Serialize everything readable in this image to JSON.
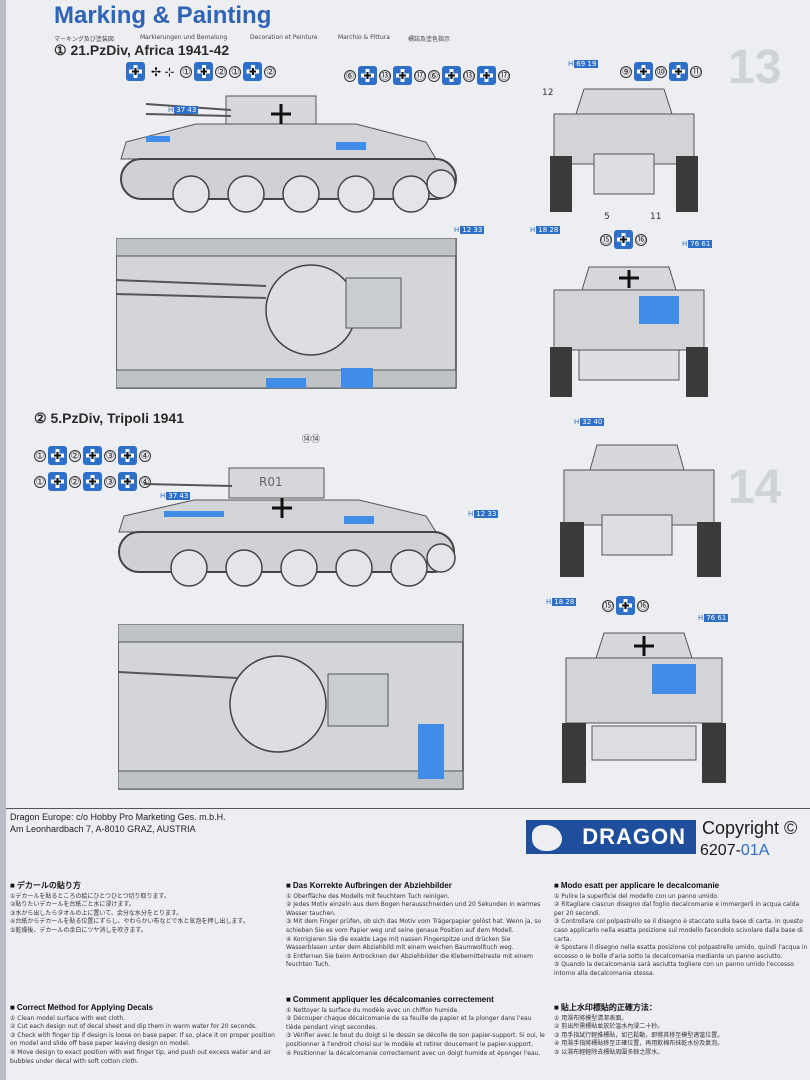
{
  "page": {
    "title": "Marking & Painting",
    "subtitles": [
      "マーキング及び塗装図",
      "Markierungen und Bemalung",
      "Decoration et Peinture",
      "Marchio & Pittura",
      "標誌及塗色指示"
    ]
  },
  "scheme1": {
    "heading": "① 21.PzDiv, Africa 1941-42",
    "decal_row": [
      "①",
      "②",
      "①",
      "②",
      "⑥",
      "⑬",
      "⑰",
      "⑥",
      "⑬",
      "⑰"
    ],
    "front_decals": [
      "⑨",
      "⑩",
      "⑪"
    ],
    "rear_decals": [
      "⑮",
      "⑯"
    ],
    "callouts": {
      "side_h": "H",
      "side_color": "37 43",
      "wheel_h": "H",
      "wheel_color": "12 33",
      "front_h": "H",
      "front_color": "69 19",
      "front_track_h": "H",
      "front_track_color": "18 28",
      "rear_h": "H",
      "rear_color": "76 61",
      "label_12": "12",
      "label_5": "5",
      "label_11": "11"
    }
  },
  "scheme2": {
    "heading": "② 5.PzDiv, Tripoli 1941",
    "decal_row1": [
      "①",
      "②",
      "③",
      "④"
    ],
    "decal_row2": [
      "①",
      "②",
      "③",
      "④"
    ],
    "turret_number": "R01",
    "turret_decals": "⑭⑭",
    "rear_decals": [
      "⑮",
      "⑯"
    ],
    "callouts": {
      "side_h": "H",
      "side_color": "37 43",
      "wheel_h": "H",
      "wheel_color": "12 33",
      "front_h": "H",
      "front_color": "32 40",
      "front_track_h": "H",
      "front_track_color": "18 28",
      "rear_h": "H",
      "rear_color": "76 61"
    }
  },
  "footer": {
    "company": "Dragon Europe: c/o Hobby Pro Marketing Ges. m.b.H.",
    "address": "Am Leonhardbach 7, A-8010 GRAZ, AUSTRIA",
    "brand": "DRAGON",
    "copyright": "Copyright ©",
    "code_prefix": "6207-",
    "code_suffix": "01A"
  },
  "instructions": {
    "jp_head": "デカールの貼り方",
    "jp_lines": [
      "①デカールを貼るところの絵にひとつひとつ切り取ります。",
      "②貼りたいデカールを台紙ごと水に浸けます。",
      "③水から出したらタオルの上に置いて、余分な水分をとります。",
      "④台紙からデカールを貼る位置にずらし、やわらかい布などで水と気泡を押し出します。",
      "⑤乾燥後、デカールの余白にツヤ消しを吹きます。"
    ],
    "en_head": "Correct Method for Applying Decals",
    "en_lines": [
      "① Clean model surface with wet cloth.",
      "② Cut each design out of decal sheet and dip them in warm water for 20 seconds.",
      "③ Check with finger tip if design is loose on base paper. If so, place it on proper position on model and slide off base paper leaving design on model.",
      "④ Move design to exact position with wet finger tip, and push out excess water and air bubbles under decal with soft cotton cloth."
    ],
    "de_head": "Das Korrekte Aufbringen der Abziehbilder",
    "de_lines": [
      "① Oberfläche des Modells mit feuchtem Tuch reinigen.",
      "② Jedes Motiv einzeln aus dem Bogen herausschneiden und 20 Sekunden in warmes Wasser tauchen.",
      "③ Mit dem Finger prüfen, ob sich das Motiv vom Trägerpapier gelöst hat. Wenn ja, so schieben Sie es vom Papier weg und seine genaue Position auf dem Modell.",
      "④ Korrigieren Sie die exakte Lage mit nassen Fingerspitze und drücken Sie Wasserblasen unter dem Abziehbild mit einem weichen Baumwolltuch weg.",
      "⑤ Entfernen Sie beim Antrocknen der Abziehbilder die Klebemittelreste mit einem feuchten Tuch."
    ],
    "fr_head": "Comment appliquer les décalcomanies correctement",
    "fr_lines": [
      "① Nettoyer la surface du modèle avec un chiffon humide.",
      "② Découper chaque décalcomanie de sa feuille de papier et la plonger dans l'eau tiède pendant vingt secondes.",
      "③ Vérifier avec le bout du doigt si le dessin se décolle de son papier-support. Si oui, le positionner à l'endroit choisi sur le modèle et retirer doucement le papier-support.",
      "④ Positionner la décalcomanie correctement avec un doigt humide et éponger l'eau."
    ],
    "it_head": "Modo esatt per applicare le decalcomanie",
    "it_lines": [
      "① Pulire la superficie del modello con un panno umido.",
      "② Ritagliare ciascun disegno dal foglio decalcomanie e immergerli in acqua calda per 20 secondi.",
      "③ Controllare col polpastrello se il disegno è staccato sulla base di carta. In questo caso applicarlo nella esatta posizione sul modello facendolo scivolare dalla base di carta.",
      "④ Spostare il disegno nella esatta posizione col polpastrello umido, quindi l'acqua in eccesso o le bolle d'aria sotto la decalcomania mediante un panno asciutto.",
      "⑤ Quando la decalcomania sarà asciutta togliere con un panno umido l'eccesso intorno alla decalcomania stessa."
    ],
    "zh_head": "貼上水印標貼的正確方法：",
    "zh_lines": [
      "① 用濕布將模型清潔表面。",
      "② 剪出所需標貼並放於溫水內浸二十秒。",
      "③ 用手指試行輕推標貼，如已鬆動，即將其移至模型適當位置。",
      "④ 用濕手指將標貼移至正確位置，再用軟棉布抹乾水份及氣泡。",
      "⑤ 以濕布輕輕除去標貼周圍多餘之膠水。"
    ]
  },
  "colors": {
    "accent": "#2d6fc9",
    "brand": "#1f4f9c",
    "paper": "#eceef1"
  }
}
